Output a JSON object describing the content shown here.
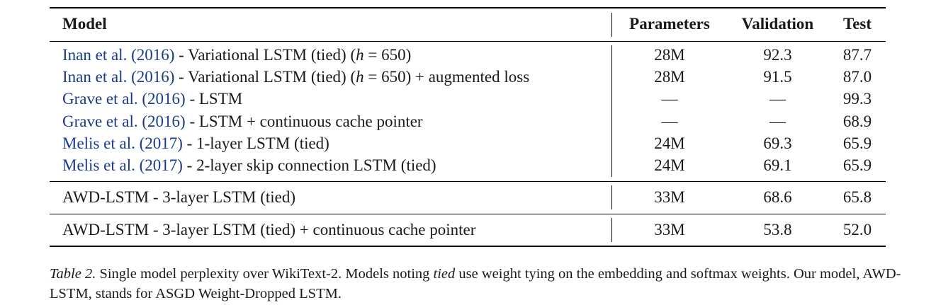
{
  "table": {
    "headers": {
      "model": "Model",
      "parameters": "Parameters",
      "validation": "Validation",
      "test": "Test"
    },
    "rows": [
      {
        "cite": "Inan et al. (2016)",
        "desc": " - Variational LSTM (tied) (h = 650)",
        "parameters": "28M",
        "validation": "92.3",
        "test": "87.7"
      },
      {
        "cite": "Inan et al. (2016)",
        "desc": " - Variational LSTM (tied) (h = 650) + augmented loss",
        "parameters": "28M",
        "validation": "91.5",
        "test": "87.0"
      },
      {
        "cite": "Grave et al. (2016)",
        "desc": " - LSTM",
        "parameters": "—",
        "validation": "—",
        "test": "99.3"
      },
      {
        "cite": "Grave et al. (2016)",
        "desc": " - LSTM + continuous cache pointer",
        "parameters": "—",
        "validation": "—",
        "test": "68.9"
      },
      {
        "cite": "Melis et al. (2017)",
        "desc": " - 1-layer LSTM (tied)",
        "parameters": "24M",
        "validation": "69.3",
        "test": "65.9"
      },
      {
        "cite": "Melis et al. (2017)",
        "desc": " - 2-layer skip connection LSTM (tied)",
        "parameters": "24M",
        "validation": "69.1",
        "test": "65.9"
      },
      {
        "cite": "",
        "desc": "AWD-LSTM - 3-layer LSTM (tied)",
        "parameters": "33M",
        "validation": "68.6",
        "test": "65.8"
      },
      {
        "cite": "",
        "desc": "AWD-LSTM - 3-layer LSTM (tied) + continuous cache pointer",
        "parameters": "33M",
        "validation": "53.8",
        "test": "52.0"
      }
    ]
  },
  "caption": {
    "label": "Table 2.",
    "text_before": " Single model perplexity over WikiText-2. Models noting ",
    "emphasis": "tied",
    "text_after": " use weight tying on the embedding and softmax weights. Our model, AWD-LSTM, stands for ASGD Weight-Dropped LSTM."
  }
}
